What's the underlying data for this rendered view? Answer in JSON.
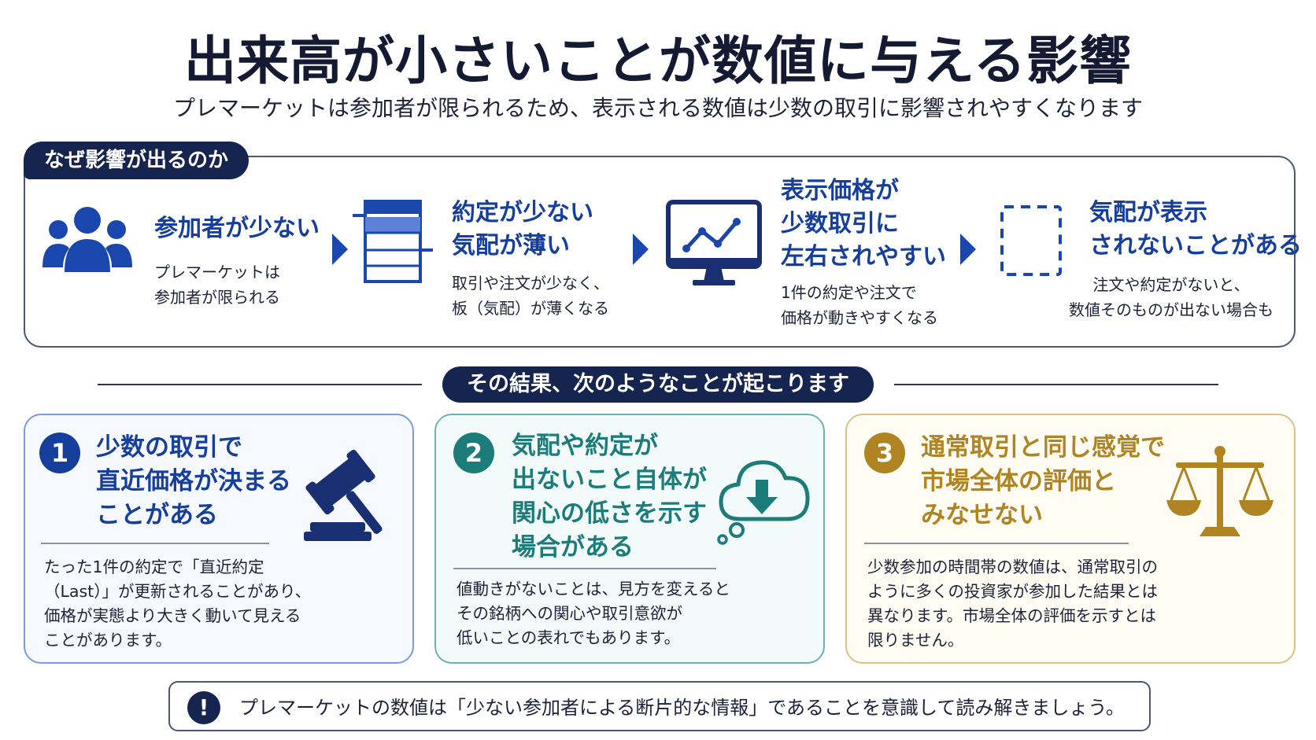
{
  "title": "出来高が小さいことが数値に与える影響",
  "subtitle": "プレマーケットは参加者が限られるため、表示される数値は少数の取引に影響されやすくなります",
  "why": {
    "tag": "なぜ影響が出るのか",
    "steps": [
      {
        "icon": "people-icon",
        "head": [
          "参加者が少ない"
        ],
        "desc": [
          "プレマーケットは",
          "参加者が限られる"
        ]
      },
      {
        "icon": "order-book-icon",
        "head": [
          "約定が少ない",
          "気配が薄い"
        ],
        "desc": [
          "取引や注文が少なく、",
          "板（気配）が薄くなる"
        ]
      },
      {
        "icon": "monitor-chart-icon",
        "head": [
          "表示価格が",
          "少数取引に",
          "左右されやすい"
        ],
        "desc": [
          "1件の約定や注文で",
          "価格が動きやすくなる"
        ]
      },
      {
        "icon": "dashed-box-icon",
        "head": [
          "気配が表示",
          "されないことがある"
        ],
        "desc": [
          "注文や約定がないと、",
          "数値そのものが出ない場合も"
        ]
      }
    ]
  },
  "result_tag": "その結果、次のようなことが起こります",
  "cards": [
    {
      "number": "1",
      "icon": "gavel-icon",
      "color": "#163f9c",
      "head": [
        "少数の取引で",
        "直近価格が決まる",
        "ことがある"
      ],
      "desc": [
        "たった1件の約定で「直近約定",
        "（Last）」が更新されることがあり、",
        "価格が実態より大きく動いて見える",
        "ことがあります。"
      ]
    },
    {
      "number": "2",
      "icon": "cloud-down-icon",
      "color": "#1c7c7a",
      "head": [
        "気配や約定が",
        "出ないこと自体が",
        "関心の低さを示す",
        "場合がある"
      ],
      "desc": [
        "値動きがないことは、見方を変えると",
        "その銘柄への関心や取引意欲が",
        "低いことの表れでもあります。"
      ]
    },
    {
      "number": "3",
      "icon": "scales-icon",
      "color": "#b08422",
      "head": [
        "通常取引と同じ感覚で",
        "市場全体の評価と",
        "みなせない"
      ],
      "desc": [
        "少数参加の時間帯の数値は、通常取引の",
        "ように多くの投資家が参加した結果とは",
        "異なります。市場全体の評価を示すとは",
        "限りません。"
      ]
    }
  ],
  "note": {
    "icon_symbol": "!",
    "text": "プレマーケットの数値は「少ない参加者による断片的な情報」であることを意識して読み解きましょう。"
  },
  "colors": {
    "navy": "#16254f",
    "blue": "#163f9c",
    "teal": "#1c7c7a",
    "gold": "#b08422"
  }
}
